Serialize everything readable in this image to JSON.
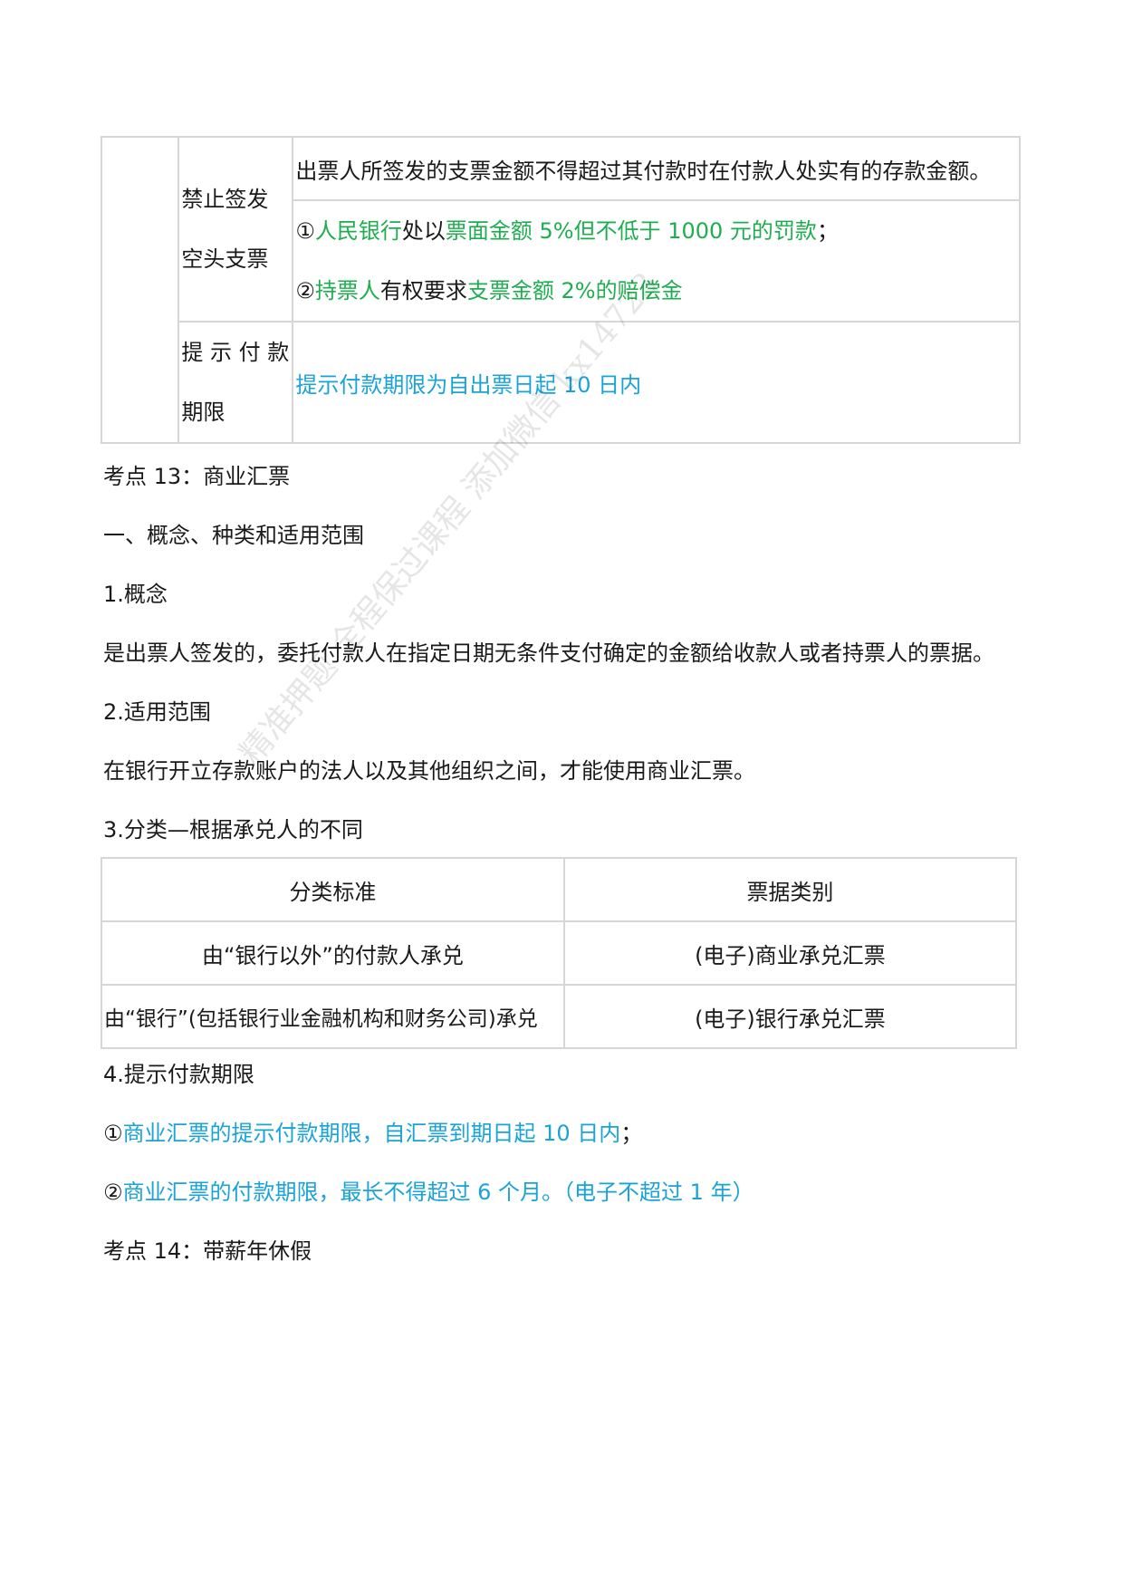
{
  "top_table": {
    "empty_col": "",
    "row1": {
      "label_line1": "禁止签发",
      "label_line2": "空头支票",
      "content_line1": "出票人所签发的支票金额不得超过其付款时在付款人处实有的存款金额。",
      "penalty1": {
        "num": "①",
        "a": "人民银行",
        "b": "处以",
        "c": "票面金额 5%但不低于 1000 元的罚款",
        "d": "；"
      },
      "penalty2": {
        "num": "②",
        "a": "持票人",
        "b": "有权要求",
        "c": "支票金额 2%的赔偿金"
      }
    },
    "row2": {
      "label_line1": "提 示 付 款",
      "label_line2": "期限",
      "content": "提示付款期限为自出票日起 10 日内"
    }
  },
  "sections": {
    "title13": "考点 13：商业汇票",
    "h1": "一、概念、种类和适用范围",
    "h_concept": "1.概念",
    "concept_text": "是出票人签发的，委托付款人在指定日期无条件支付确定的金额给收款人或者持票人的票据。",
    "h_scope": "2.适用范围",
    "scope_text": "在银行开立存款账户的法人以及其他组织之间，才能使用商业汇票。",
    "h_class": "3.分类—根据承兑人的不同"
  },
  "class_table": {
    "headers": [
      "分类标准",
      "票据类别"
    ],
    "rows": [
      [
        "由“银行以外”的付款人承兑",
        "(电子)商业承兑汇票"
      ],
      [
        "由“银行”(包括银行业金融机构和财务公司)承兑",
        "(电子)银行承兑汇票"
      ]
    ]
  },
  "period": {
    "heading": "4.提示付款期限",
    "item1": {
      "num": "①",
      "text": "商业汇票的提示付款期限，自汇票到期日起 10 日内",
      "tail": "；"
    },
    "item2": {
      "num": "②",
      "text": "商业汇票的付款期限，最长不得超过 6 个月。（电子不超过 1 年）"
    }
  },
  "title14": "考点 14：带薪年休假",
  "watermark": "精准押题 全程保过课程 添加微信 kx14723",
  "colors": {
    "green": "#1fae4f",
    "blue": "#1aa3d8",
    "border": "#d6d6d6"
  }
}
